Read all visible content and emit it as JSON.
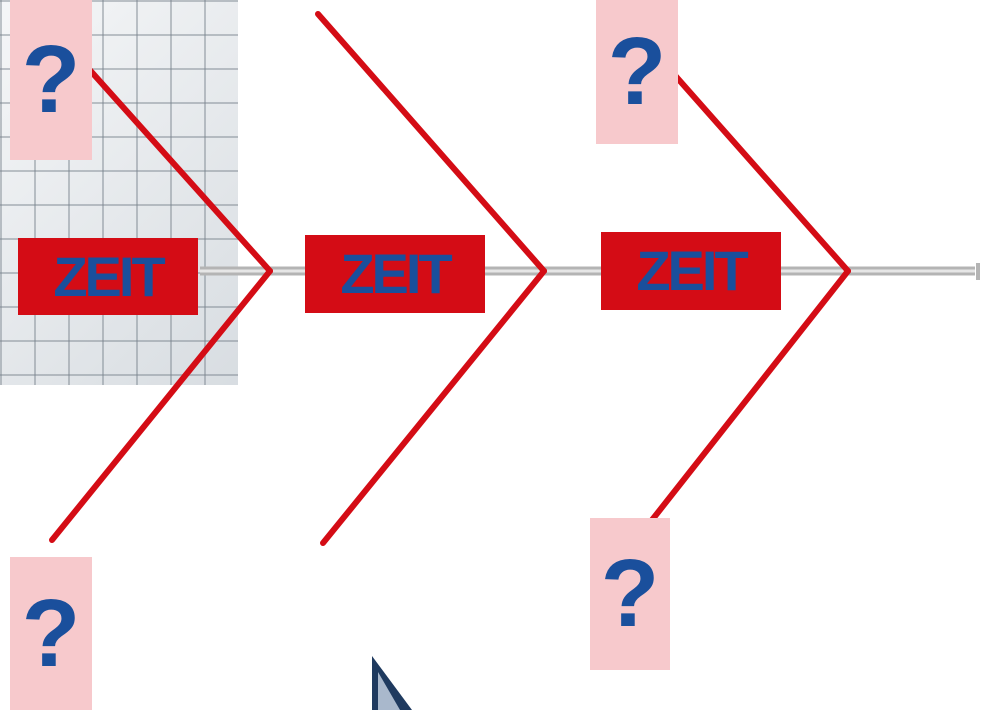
{
  "labels": {
    "zeit_1": "ZEIT",
    "zeit_2": "ZEIT",
    "zeit_3": "ZEIT",
    "question_top_left": "?",
    "question_top_right": "?",
    "question_bottom_left": "?",
    "question_bottom_right": "?"
  },
  "colors": {
    "bone_line": "#d40c15",
    "spine": "#c8c8c8",
    "label_background": "#d40c15",
    "label_text": "#1a4f9c",
    "question_background": "#f7c9cc",
    "cursor": "#1f3a5f"
  },
  "icons": {
    "cursor": "arrow-pointer-icon"
  }
}
